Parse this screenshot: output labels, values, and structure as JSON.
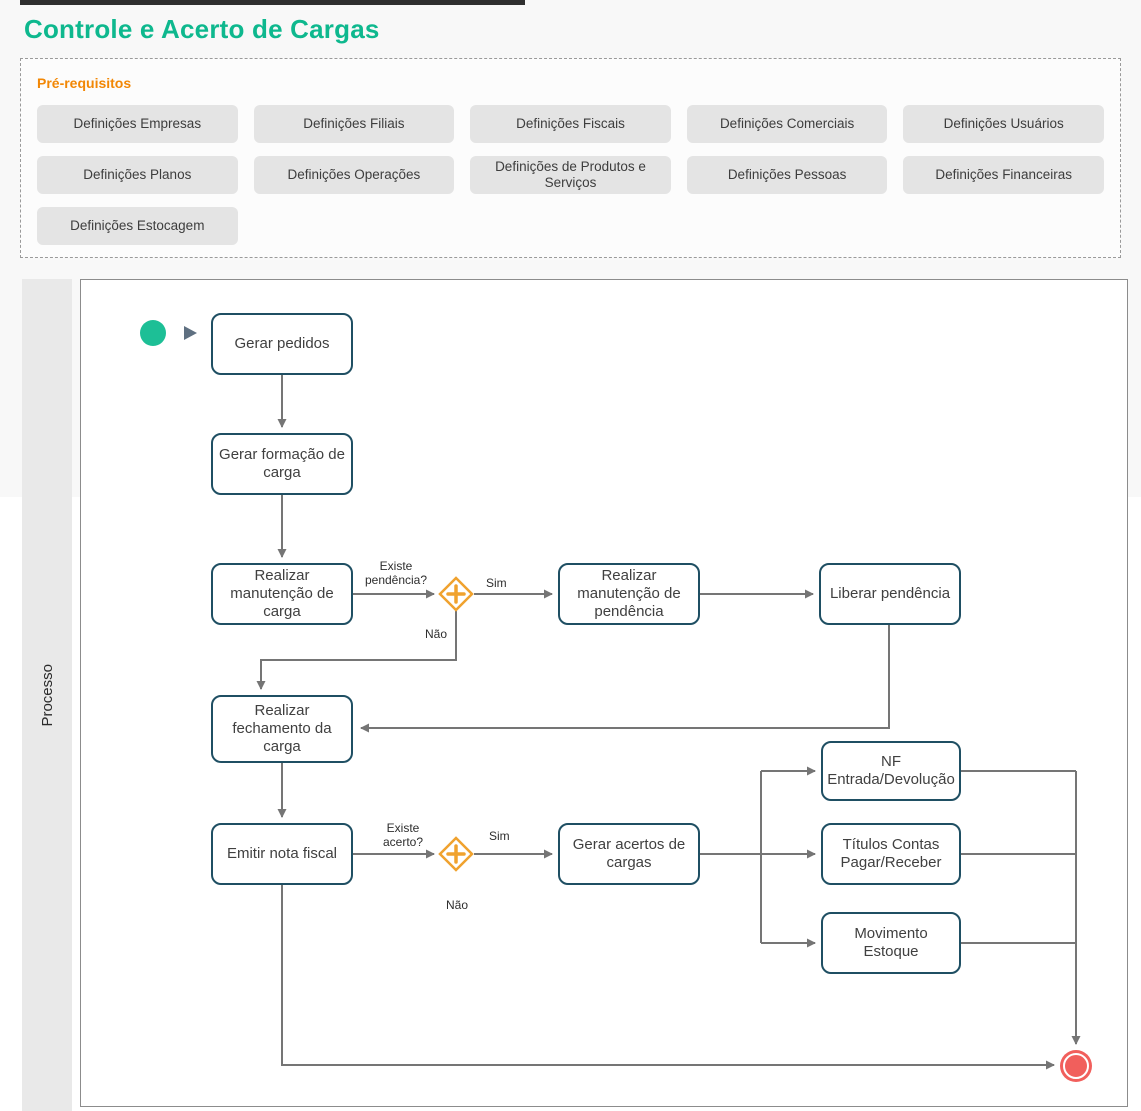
{
  "page": {
    "title": "Controle e Acerto de Cargas"
  },
  "prereq": {
    "heading": "Pré-requisitos",
    "items": [
      "Definições Empresas",
      "Definições Filiais",
      "Definições Fiscais",
      "Definições Comerciais",
      "Definições Usuários",
      "Definições Planos",
      "Definições Operações",
      "Definições de Produtos e\nServiços",
      "Definições Pessoas",
      "Definições  Financeiras",
      "Definições Estocagem"
    ]
  },
  "process": {
    "lane_label": "Processo",
    "nodes": {
      "gerar_pedidos": "Gerar pedidos",
      "gerar_formacao": "Gerar formação de\ncarga",
      "manutencao_carga": "Realizar\nmanutenção de\ncarga",
      "manutencao_pendencia": "Realizar\nmanutenção de\npendência",
      "liberar_pendencia": "Liberar pendência",
      "fechamento_carga": "Realizar\nfechamento da\ncarga",
      "emitir_nota": "Emitir nota fiscal",
      "gerar_acertos": "Gerar acertos de\ncargas",
      "nf_entrada": "NF\nEntrada/Devolução",
      "titulos_contas": "Títulos Contas\nPagar/Receber",
      "movimento_estoque": "Movimento\nEstoque"
    },
    "labels": {
      "existe_pendencia": "Existe\npendência?",
      "sim1": "Sim",
      "nao1": "Não",
      "existe_acerto": "Existe\nacerto?",
      "sim2": "Sim",
      "nao2": "Não"
    }
  },
  "colors": {
    "title_green": "#0eb88e",
    "prereq_orange": "#f28705",
    "button_bg": "#e4e4e4",
    "button_text": "#3d3d3d",
    "node_border": "#1f4f63",
    "node_text": "#404040",
    "connector": "#757575",
    "gateway_orange": "#f0a22e",
    "start_green": "#1dbf96",
    "play_marker": "#5f7081",
    "end_red": "#f15f5c",
    "lane_bg": "#e9e9e9",
    "band_bg": "#f8f8f8",
    "top_bar": "#2f2f2f"
  }
}
